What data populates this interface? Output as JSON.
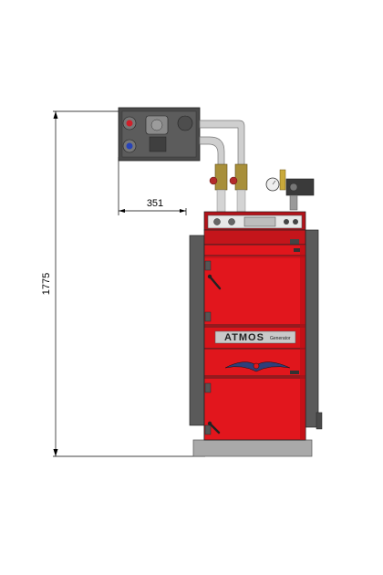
{
  "dimensions": {
    "height_label": "1775",
    "offset_label": "351"
  },
  "boiler": {
    "brand": "ATMOS",
    "model": "Generator"
  },
  "colors": {
    "body_red": "#e0161c",
    "dark_red": "#b30f14",
    "side_panel": "#5a5a5a",
    "pipe": "#c9c9c9",
    "base": "#a9a9a9",
    "dimension_line": "#000000"
  }
}
